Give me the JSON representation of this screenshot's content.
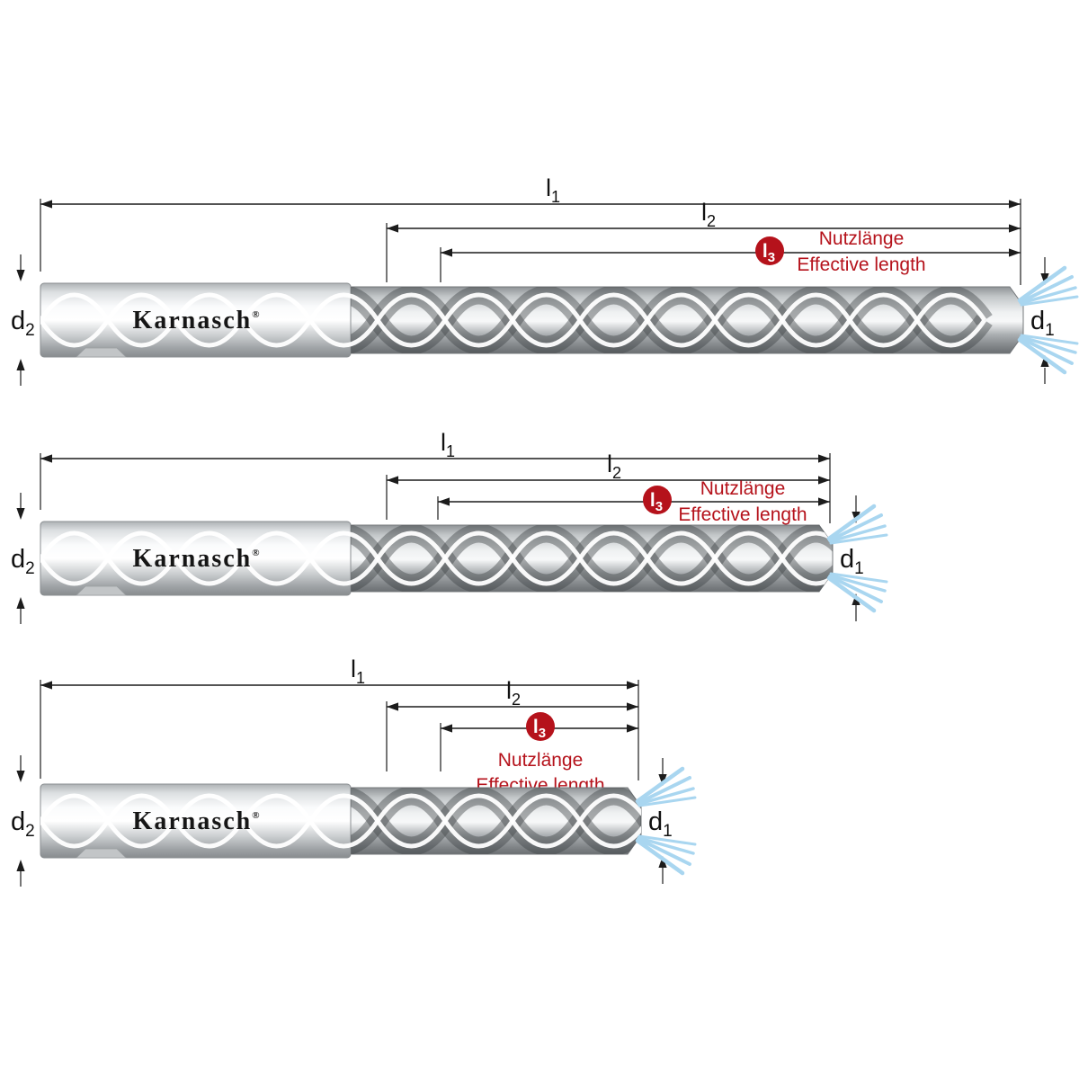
{
  "brand": {
    "name": "Karnasch",
    "reg": "®"
  },
  "dims": {
    "l1": {
      "base": "l",
      "sub": "1"
    },
    "l2": {
      "base": "l",
      "sub": "2"
    },
    "l3": {
      "base": "l",
      "sub": "3"
    },
    "d1": {
      "base": "d",
      "sub": "1"
    },
    "d2": {
      "base": "d",
      "sub": "2"
    }
  },
  "annotation": {
    "line1": "Nutzlänge",
    "line2": "Effective length"
  },
  "colors": {
    "red": "#b5121b",
    "blue": "#a9d6f0",
    "line": "#1c1c1c"
  }
}
